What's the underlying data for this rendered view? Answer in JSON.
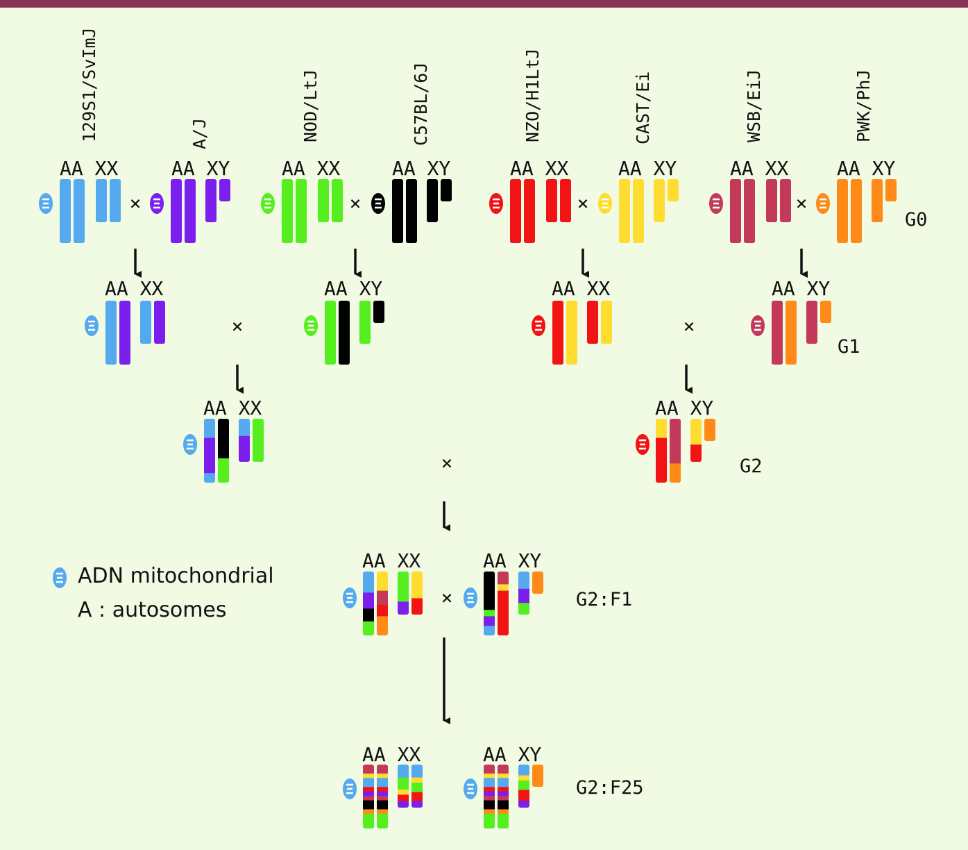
{
  "colors": {
    "129S1/SvImJ": "#55a9ee",
    "A/J": "#7b1fee",
    "NOD/LtJ": "#55ee1f",
    "C57BL/6J": "#000000",
    "NZO/H1LtJ": "#f21414",
    "CAST/Ei": "#ffdd30",
    "WSB/EiJ": "#c2395a",
    "PWK/PhJ": "#ff8a17",
    "background": "#f1fbe3",
    "top_bar": "#8a3358"
  },
  "strains": [
    "129S1/SvImJ",
    "A/J",
    "NOD/LtJ",
    "C57BL/6J",
    "NZO/H1LtJ",
    "CAST/Ei",
    "WSB/EiJ",
    "PWK/PhJ"
  ],
  "generations": {
    "g0": "G0",
    "g1": "G1",
    "g2": "G2",
    "g2f1": "G2:F1",
    "g2f25": "G2:F25"
  },
  "chrom_labels": {
    "female": "AA XX",
    "male": "AA XY"
  },
  "cross_symbol": "×",
  "legend": {
    "mito": "ADN mitochondrial",
    "autosomes": "A : autosomes"
  },
  "icons": [
    "mitochondria-icon",
    "cross-icon",
    "arrow-down-icon"
  ]
}
